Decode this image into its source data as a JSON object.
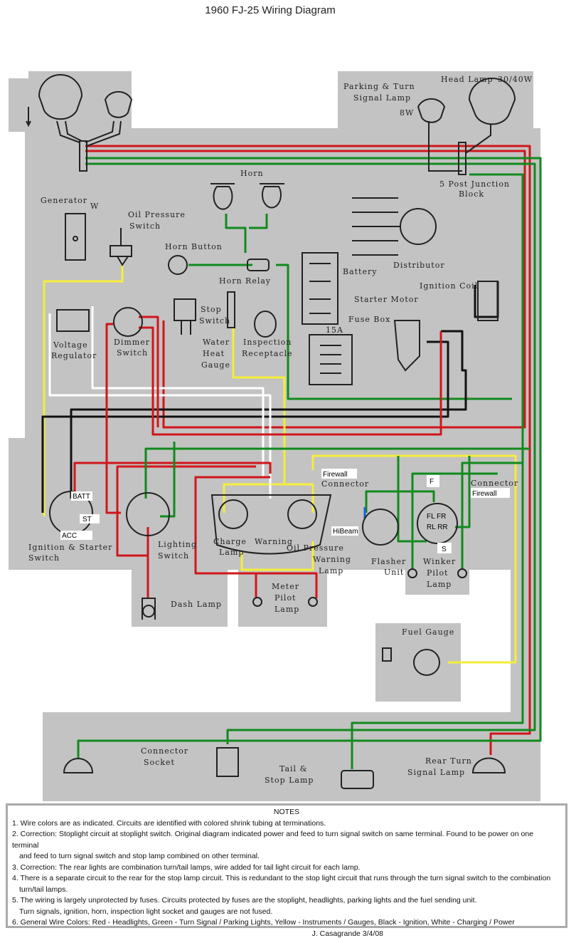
{
  "title": "1960 FJ-25 Wiring Diagram",
  "wire_colors": {
    "red": "#d0161b",
    "green": "#118a1e",
    "yellow": "#f4ee3a",
    "black": "#111111",
    "white": "#ffffff",
    "blue": "#1560d8",
    "background": "#c3c3c3"
  },
  "components": {
    "head_lamp": "Head Lamp",
    "head_lamp_watt": "30/40W",
    "parking_lamp": "Parking & Turn",
    "parking_lamp2": "Signal Lamp",
    "parking_watt": "8W",
    "junction_block": "5 Post Junction",
    "junction_block2": "Block",
    "horn": "Horn",
    "generator": "Generator",
    "generator_w": "W",
    "oil_switch": "Oil Pressure",
    "oil_switch2": "Switch",
    "horn_button": "Horn Button",
    "horn_relay": "Horn Relay",
    "battery": "Battery",
    "distributor": "Distributor",
    "ignition_coil": "Ignition Coil",
    "starter_motor": "Starter Motor",
    "fuse_box": "Fuse Box",
    "fuse_rating": "15A",
    "voltage_reg": "Voltage",
    "voltage_reg2": "Regulator",
    "dimmer": "Dimmer",
    "dimmer2": "Switch",
    "stop_switch": "Stop",
    "stop_switch2": "Switch",
    "water_gauge": "Water",
    "water_gauge2": "Heat",
    "water_gauge3": "Gauge",
    "inspection": "Inspection",
    "inspection2": "Receptacle",
    "firewall_connector": "Connector",
    "firewall_tag": "Firewall",
    "ign_switch": "Ignition & Starter",
    "ign_switch2": "Switch",
    "batt_tag": "BATT",
    "st_tag": "ST",
    "acc_tag": "ACC",
    "lighting_switch": "Lighting",
    "lighting_switch2": "Switch",
    "charge_lamp": "Charge",
    "charge_lamp2": "Lamp",
    "warning": "Warning",
    "oil_warning": "Oil Pressure",
    "oil_warning2": "Warning",
    "oil_warning3": "Lamp",
    "hibeam_tag": "HiBeam",
    "flasher": "Flasher",
    "flasher2": "Unit",
    "winker": "Winker",
    "winker2": "Pilot",
    "winker3": "Lamp",
    "f_tag": "F",
    "s_tag": "S",
    "fl_fr": "FL  FR",
    "rl_rr": "RL  RR",
    "dash_lamp": "Dash Lamp",
    "meter_pilot": "Meter",
    "meter_pilot2": "Pilot",
    "meter_pilot3": "Lamp",
    "fuel_gauge": "Fuel Gauge",
    "connector_socket": "Connector",
    "connector_socket2": "Socket",
    "tail_lamp": "Tail  &",
    "tail_lamp2": "Stop Lamp",
    "rear_turn": "Rear Turn",
    "rear_turn2": "Signal Lamp"
  },
  "notes": {
    "heading": "NOTES",
    "items": [
      "1. Wire colors are as indicated. Circuits are identified with colored shrink tubing at terminations.",
      "2.  Correction: Stoplight circuit at stoplight switch. Original diagram indicated power and feed to turn signal switch on same terminal. Found to be power on one terminal",
      "and feed to turn signal switch and stop lamp combined on other terminal.",
      "3. Correction: The rear lights are combination turn/tail lamps, wire added for tail light circuit for each lamp.",
      "4. There is a separate circuit to the rear for the stop lamp circuit. This is redundant to the stop light circuit that runs through the turn signal switch to the combination",
      "turn/tail lamps.",
      "5. The wiring is largely unprotected by fuses. Circuits protected by fuses are the stoplight, headlights, parking lights and the fuel sending unit.",
      "Turn signals, ignition, horn, inspection light socket and gauges are not fused.",
      "6. General Wire Colors: Red - Headlights, Green - Turn Signal / Parking Lights, Yellow - Instruments / Gauges, Black - Ignition, White - Charging / Power"
    ],
    "signature": "J. Casagrande 3/4/08"
  }
}
